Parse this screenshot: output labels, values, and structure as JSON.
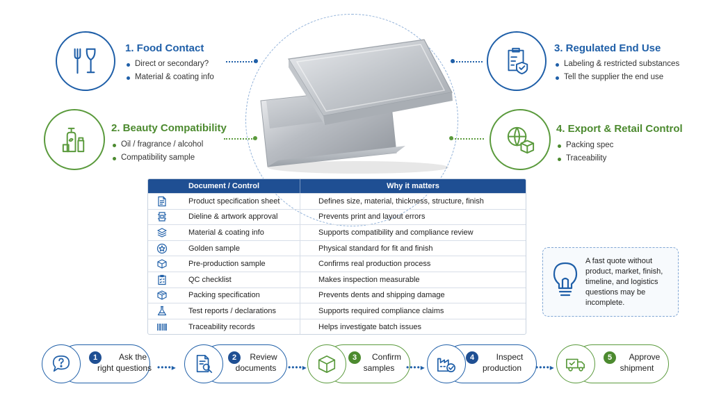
{
  "categories": [
    {
      "id": "food",
      "title": "1. Food Contact",
      "color": "#1f5fa8",
      "icon": "fork-glass-icon",
      "bullets": [
        "Direct or secondary?",
        "Material & coating info"
      ]
    },
    {
      "id": "beauty",
      "title": "2. Beauty Compatibility",
      "color": "#4c8a2f",
      "icon": "cosmetic-bottles-icon",
      "bullets": [
        "Oil / fragrance / alcohol",
        "Compatibility sample"
      ]
    },
    {
      "id": "regulated",
      "title": "3. Regulated End Use",
      "color": "#1f5fa8",
      "icon": "clipboard-shield-icon",
      "bullets": [
        "Labeling & restricted substances",
        "Tell the supplier the end use"
      ]
    },
    {
      "id": "export",
      "title": "4. Export & Retail Control",
      "color": "#4c8a2f",
      "icon": "globe-box-icon",
      "bullets": [
        "Packing spec",
        "Traceability"
      ]
    }
  ],
  "table": {
    "headers": [
      "Document / Control",
      "Why it matters"
    ],
    "rows": [
      {
        "icon": "document-icon",
        "doc": "Product specification sheet",
        "why": "Defines size, material, thickness, structure, finish"
      },
      {
        "icon": "dieline-icon",
        "doc": "Dieline & artwork approval",
        "why": "Prevents print and layout errors"
      },
      {
        "icon": "layers-icon",
        "doc": "Material & coating info",
        "why": "Supports compatibility and compliance review"
      },
      {
        "icon": "star-badge-icon",
        "doc": "Golden sample",
        "why": "Physical standard for fit and finish"
      },
      {
        "icon": "box-icon",
        "doc": "Pre-production sample",
        "why": "Confirms real production process"
      },
      {
        "icon": "checklist-icon",
        "doc": "QC checklist",
        "why": "Makes inspection measurable"
      },
      {
        "icon": "package-icon",
        "doc": "Packing specification",
        "why": "Prevents dents and shipping damage"
      },
      {
        "icon": "flask-icon",
        "doc": "Test reports / declarations",
        "why": "Supports required compliance claims"
      },
      {
        "icon": "barcode-icon",
        "doc": "Traceability records",
        "why": "Helps investigate batch issues"
      }
    ]
  },
  "note": {
    "icon": "lightbulb-icon",
    "text": "A fast quote without product, market, finish, timeline, and logistics questions may be incomplete."
  },
  "steps": [
    {
      "num": "1",
      "line1": "Ask the",
      "line2": "right questions",
      "icon": "question-chat-icon",
      "color": "#1f5fa8"
    },
    {
      "num": "2",
      "line1": "Review",
      "line2": "documents",
      "icon": "document-search-icon",
      "color": "#1f5fa8"
    },
    {
      "num": "3",
      "line1": "Confirm",
      "line2": "samples",
      "icon": "cube-icon",
      "color": "#4c8a2f"
    },
    {
      "num": "4",
      "line1": "Inspect",
      "line2": "production",
      "icon": "factory-check-icon",
      "color": "#1f5fa8"
    },
    {
      "num": "5",
      "line1": "Approve",
      "line2": "shipment",
      "icon": "truck-check-icon",
      "color": "#4c8a2f"
    }
  ],
  "arrow_glyph": "••••▸",
  "center_image": {
    "subject": "tin-box-icon"
  }
}
